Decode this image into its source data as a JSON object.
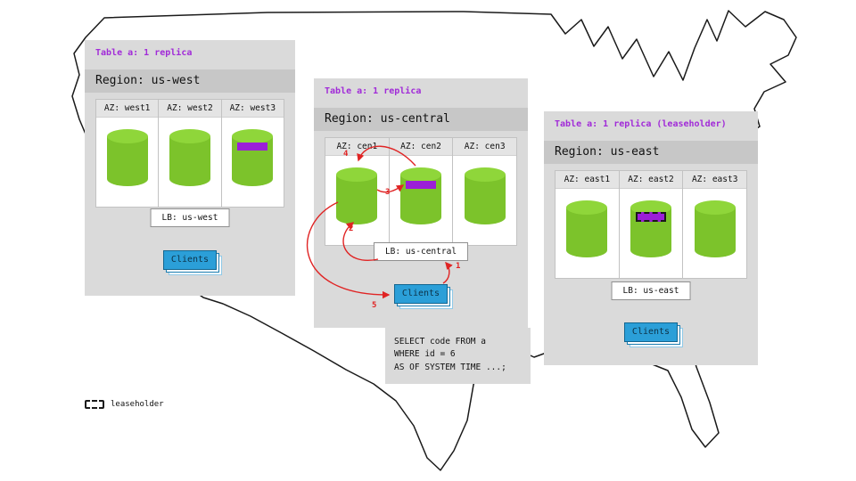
{
  "colors": {
    "panel_gray": "#dadada",
    "region_band_gray": "#c7c7c7",
    "table_label_purple": "#a12bd8",
    "replica_purple": "#9b1fd8",
    "cylinder_green": "#7cc32b",
    "cylinder_top_green": "#8fd63a",
    "clients_blue": "#2b9fd8",
    "arrow_red": "#e02424"
  },
  "regions": [
    {
      "table_label": "Table a: 1 replica",
      "region_label": "Region: us-west",
      "azs": [
        {
          "label": "AZ: west1",
          "replica": false,
          "leaseholder": false
        },
        {
          "label": "AZ: west2",
          "replica": false,
          "leaseholder": false
        },
        {
          "label": "AZ: west3",
          "replica": true,
          "leaseholder": false
        }
      ],
      "lb_label": "LB: us-west",
      "clients_label": "Clients"
    },
    {
      "table_label": "Table a: 1 replica",
      "region_label": "Region: us-central",
      "azs": [
        {
          "label": "AZ: cen1",
          "replica": false,
          "leaseholder": false
        },
        {
          "label": "AZ: cen2",
          "replica": true,
          "leaseholder": false
        },
        {
          "label": "AZ: cen3",
          "replica": false,
          "leaseholder": false
        }
      ],
      "lb_label": "LB: us-central",
      "clients_label": "Clients"
    },
    {
      "table_label": "Table a: 1 replica (leaseholder)",
      "region_label": "Region: us-east",
      "azs": [
        {
          "label": "AZ: east1",
          "replica": false,
          "leaseholder": false
        },
        {
          "label": "AZ: east2",
          "replica": true,
          "leaseholder": true
        },
        {
          "label": "AZ: east3",
          "replica": false,
          "leaseholder": false
        }
      ],
      "lb_label": "LB: us-east",
      "clients_label": "Clients"
    }
  ],
  "sql_query": [
    "SELECT code FROM a",
    "WHERE id = 6",
    "AS OF SYSTEM TIME ...;"
  ],
  "flow_steps": [
    "1",
    "2",
    "3",
    "4",
    "5"
  ],
  "legend_label": "leaseholder"
}
